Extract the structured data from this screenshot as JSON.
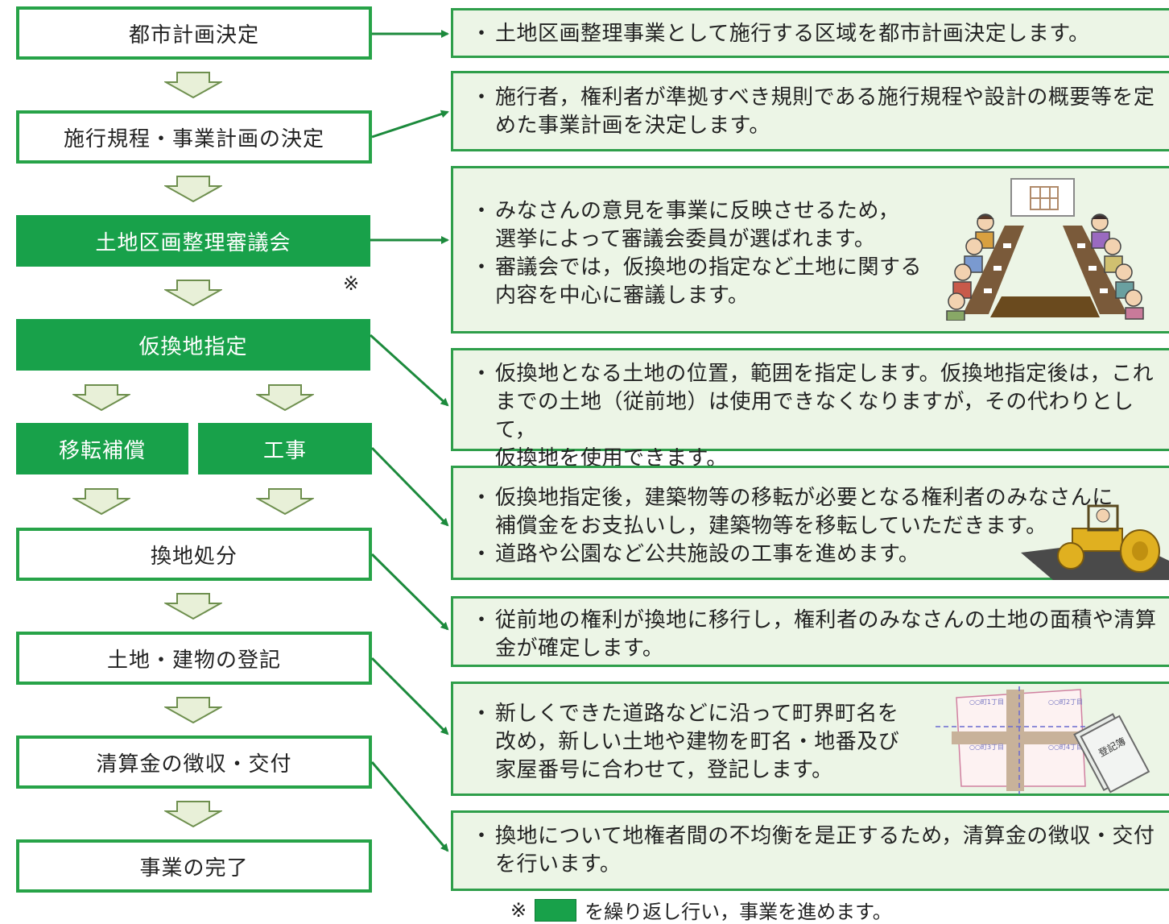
{
  "steps": {
    "toshi": "都市計画決定",
    "shiko": "施行規程・事業計画の決定",
    "shingikai": "土地区画整理審議会",
    "karikanchi": "仮換地指定",
    "iten": "移転補償",
    "koji": "工事",
    "kanchi": "換地処分",
    "toki": "土地・建物の登記",
    "seisan": "清算金の徴収・交付",
    "kanryo": "事業の完了"
  },
  "descriptions": {
    "d1": [
      "土地区画整理事業として施行する区域を都市計画決定します。"
    ],
    "d2": [
      "施行者，権利者が準拠すべき規則である施行規程や設計の概要等を定\nめた事業計画を決定します。"
    ],
    "d3": [
      "みなさんの意見を事業に反映させるため，\n選挙によって審議会委員が選ばれます。",
      "審議会では，仮換地の指定など土地に関する\n内容を中心に審議します。"
    ],
    "d4": [
      "仮換地となる土地の位置，範囲を指定します。仮換地指定後は，これ\nまでの土地（従前地）は使用できなくなりますが，その代わりとして，\n仮換地を使用できます。"
    ],
    "d5": [
      "仮換地指定後，建築物等の移転が必要となる権利者のみなさんに\n補償金をお支払いし，建築物等を移転していただきます。",
      "道路や公園など公共施設の工事を進めます。"
    ],
    "d6": [
      "従前地の権利が換地に移行し，権利者のみなさんの土地の面積や清算\n金が確定します。"
    ],
    "d7": [
      "新しくできた道路などに沿って町界町名を\n改め，新しい土地や建物を町名・地番及び\n家屋番号に合わせて，登記します。"
    ],
    "d8": [
      "換地について地権者間の不均衡を是正するため，清算金の徴収・交付\nを行います。"
    ]
  },
  "note_mark": "※",
  "footnote": {
    "mark": "※",
    "text": "を繰り返し行い，事業を進めます。"
  },
  "illustration_text": {
    "registry_book": "登記簿"
  },
  "colors": {
    "green_fill": "#18a14a",
    "green_border": "#27a348",
    "desc_bg": "#ecf5e6",
    "arrow_fill": "#e8f0d8"
  }
}
